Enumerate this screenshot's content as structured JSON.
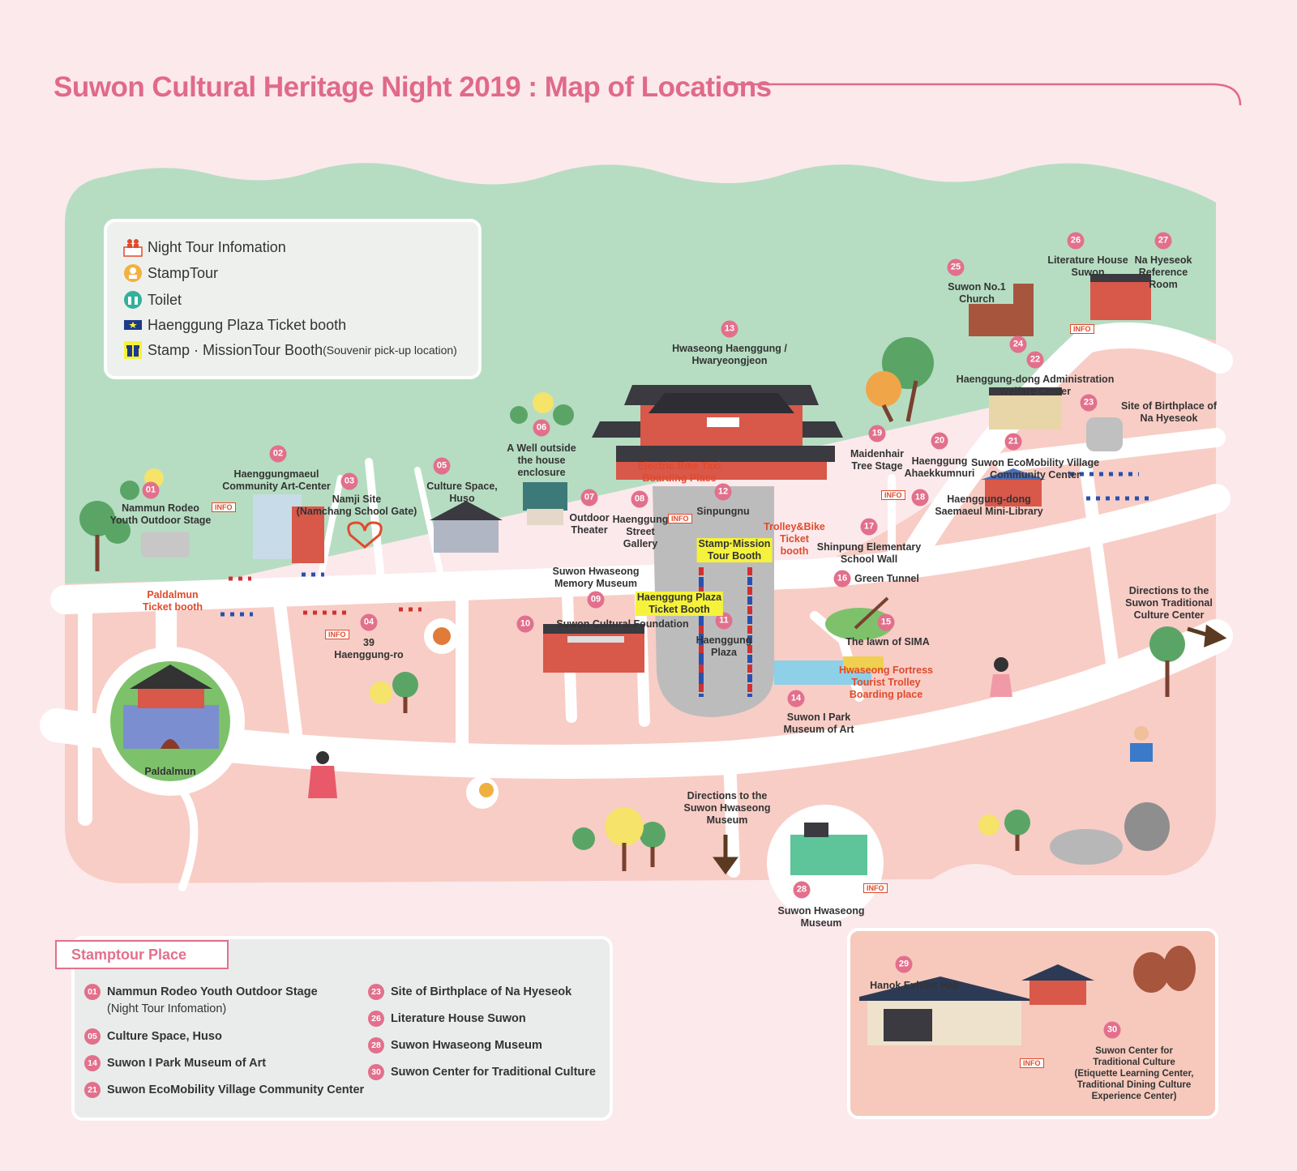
{
  "title": "Suwon Cultural Heritage Night 2019 : Map of Locations",
  "colors": {
    "accent": "#e06a88",
    "green": "#b6ddc2",
    "road": "#ffffff",
    "block": "#f8cdc6",
    "info": "#e04b2c",
    "highlight": "#f5f23c"
  },
  "legend": {
    "items": [
      {
        "icon": "night-tour-info-icon",
        "label": "Night Tour Infomation"
      },
      {
        "icon": "stamp-tour-icon",
        "label": "StampTour"
      },
      {
        "icon": "toilet-icon",
        "label": "Toilet"
      },
      {
        "icon": "ticket-booth-icon",
        "label": "Haenggung Plaza Ticket booth"
      },
      {
        "icon": "gift-booth-icon",
        "label": "Stamp · MissionTour Booth",
        "note": "(Souvenir pick-up location)"
      }
    ]
  },
  "icon_text": {
    "info": "INFO"
  },
  "places": {
    "p01": {
      "num": "01",
      "label": "Nammun Rodeo\nYouth Outdoor Stage"
    },
    "p02": {
      "num": "02",
      "label": "Haenggungmaeul\nCommunity Art-Center"
    },
    "p03": {
      "num": "03",
      "label": "Namji Site\n(Namchang School Gate)"
    },
    "p04": {
      "num": "04",
      "label": "39\nHaenggung-ro"
    },
    "p05": {
      "num": "05",
      "label": "Culture Space,\nHuso"
    },
    "p06": {
      "num": "06",
      "label": "A Well outside\nthe house\nenclosure"
    },
    "p07": {
      "num": "07",
      "label": "Outdoor\nTheater"
    },
    "p08": {
      "num": "08",
      "label": "Haenggung\nStreet\nGallery"
    },
    "p09": {
      "num": "09",
      "label": "Suwon Hwaseong\nMemory Museum"
    },
    "p10": {
      "num": "10",
      "label": "Suwon Cultural Foundation"
    },
    "p11": {
      "num": "11",
      "label": "Haenggung\nPlaza"
    },
    "p12": {
      "num": "12",
      "label": "Sinpungnu"
    },
    "p13": {
      "num": "13",
      "label": "Hwaseong Haenggung /\nHwaryeongjeon"
    },
    "p14": {
      "num": "14",
      "label": "Suwon I Park\nMuseum of Art"
    },
    "p15": {
      "num": "15",
      "label": "The lawn of SIMA"
    },
    "p16": {
      "num": "16",
      "label": "Green Tunnel"
    },
    "p17": {
      "num": "17",
      "label": "Shinpung Elementary\nSchool Wall"
    },
    "p18": {
      "num": "18",
      "label": "Haenggung-dong\nSaemaeul Mini-Library"
    },
    "p19": {
      "num": "19",
      "label": "Maidenhair\nTree Stage"
    },
    "p20": {
      "num": "20",
      "label": "Haenggung\nAhaekkumnuri"
    },
    "p21": {
      "num": "21",
      "label": "Suwon EcoMobility Village\nCommunity Center"
    },
    "p22": {
      "num": "22",
      "label": "Haenggung-dong Administration\nWelfare Center"
    },
    "p23": {
      "num": "23",
      "label": "Site of Birthplace of\nNa Hyeseok"
    },
    "p24": {
      "num": "24",
      "label": ""
    },
    "p25": {
      "num": "25",
      "label": "Suwon No.1\nChurch"
    },
    "p26": {
      "num": "26",
      "label": "Literature House\nSuwon"
    },
    "p27": {
      "num": "27",
      "label": "Na Hyeseok\nReference\nRoom"
    },
    "p28": {
      "num": "28",
      "label": "Suwon Hwaseong\nMuseum"
    },
    "p29": {
      "num": "29",
      "label": "Hanok Exhibit Hall"
    },
    "p30": {
      "num": "30",
      "label": "Suwon Center for\nTraditional Culture\n(Etiquette Learning Center,\nTraditional Dining Culture\nExperience Center)"
    }
  },
  "other_labels": {
    "paldalmun": "Paldalmun",
    "paldalmun_booth": "Paldalmun\nTicket booth",
    "electric_bike": "Electric Bike Taxi\nBoarding Place",
    "trolley_bike": "Trolley&Bike\nTicket\nbooth",
    "stamp_booth": "Stamp·Mission\nTour Booth",
    "plaza_booth": "Haenggung Plaza\nTicket Booth",
    "trolley_boarding": "Hwaseong Fortress\nTourist Trolley\nBoarding place",
    "dir_traditional": "Directions to the\nSuwon Traditional\nCulture Center",
    "dir_museum": "Directions to the\nSuwon Hwaseong\nMuseum"
  },
  "stamptour": {
    "title": "Stamptour Place",
    "left": [
      {
        "num": "01",
        "label": "Nammun Rodeo Youth Outdoor Stage",
        "sub": "(Night Tour Infomation)"
      },
      {
        "num": "05",
        "label": "Culture Space, Huso"
      },
      {
        "num": "14",
        "label": "Suwon I Park Museum of Art"
      },
      {
        "num": "21",
        "label": "Suwon EcoMobility Village Community Center"
      }
    ],
    "right": [
      {
        "num": "23",
        "label": "Site of Birthplace of Na Hyeseok"
      },
      {
        "num": "26",
        "label": "Literature House Suwon"
      },
      {
        "num": "28",
        "label": "Suwon Hwaseong Museum"
      },
      {
        "num": "30",
        "label": "Suwon Center for Traditional Culture"
      }
    ]
  }
}
